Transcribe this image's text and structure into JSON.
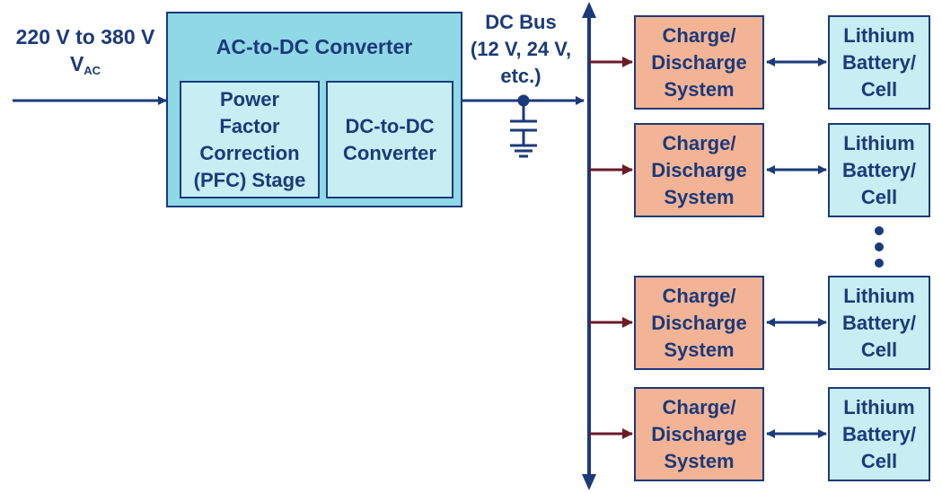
{
  "input": {
    "line1": "220 V to 380 V",
    "vac_main": "V",
    "vac_sub": "AC"
  },
  "converter": {
    "title": "AC-to-DC Converter",
    "pfc": "Power\nFactor\nCorrection\n(PFC) Stage",
    "dcdc": "DC-to-DC\nConverter"
  },
  "bus": {
    "label": "DC Bus\n(12 V, 24 V,\netc.)"
  },
  "channels": [
    {
      "charge": "Charge/\nDischarge\nSystem",
      "cell": "Lithium\nBattery/\nCell"
    },
    {
      "charge": "Charge/\nDischarge\nSystem",
      "cell": "Lithium\nBattery/\nCell"
    },
    {
      "charge": "Charge/\nDischarge\nSystem",
      "cell": "Lithium\nBattery/\nCell"
    },
    {
      "charge": "Charge/\nDischarge\nSystem",
      "cell": "Lithium\nBattery/\nCell"
    }
  ],
  "colors": {
    "line": "#1b3a7a",
    "bus_arrow": "#6b1a2a",
    "outer": "#8fd8e6",
    "inner": "#c6eef3",
    "charge": "#f3b495"
  }
}
